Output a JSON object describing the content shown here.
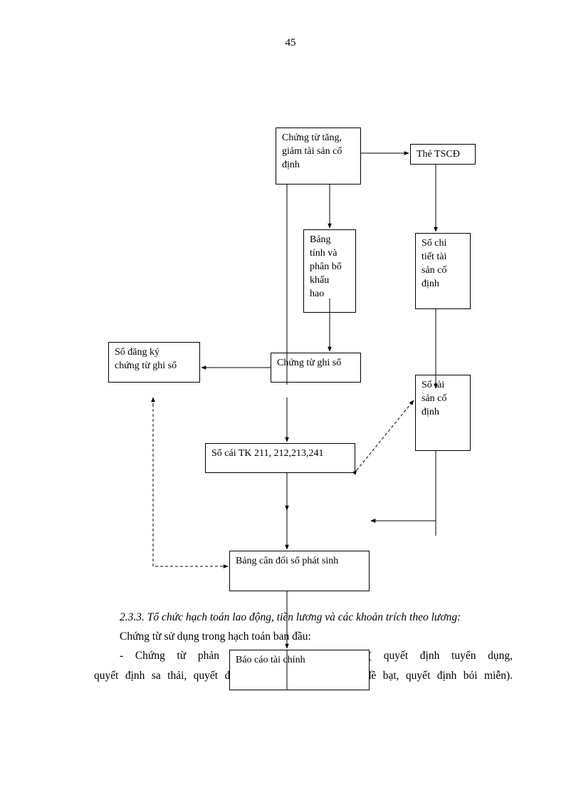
{
  "page_number": "45",
  "nodes": {
    "voucher_increase_decrease": "Chứng từ tăng,\ngiảm tài sản cố\nđịnh",
    "fixed_asset_card": "Thẻ TSCĐ",
    "depreciation_table": "Bảng\ntính và\nphân bổ\nkhấu\nhao",
    "detail_ledger": "Sổ chi\ntiết tài\nsản cố\nđịnh",
    "voucher_register": "Sổ đăng ký\nchứng từ ghi sổ",
    "recording_voucher": "Chứng từ ghi sổ",
    "asset_book": "Sổ tài\nsản cố\nđịnh",
    "general_ledger": "Sổ cái TK 211, 212,213,241",
    "trial_balance": "Bảng cân đối số phát sinh",
    "financial_report": "Báo cáo tài chính"
  },
  "text": {
    "section_heading": "2.3.3. Tổ chức hạch toán lao động, tiền lương và các khoản trích theo lương:",
    "line1": "Chứng từ sử dụng trong hạch toán ban đầu:",
    "line2": "- Chứng từ phản ánh cơ cấu lao động ( quyết định tuyển dụng,",
    "line3": "quyết định sa thải, quyết định điều động, quyết định đề bạt, quyết định bói miễn)."
  }
}
